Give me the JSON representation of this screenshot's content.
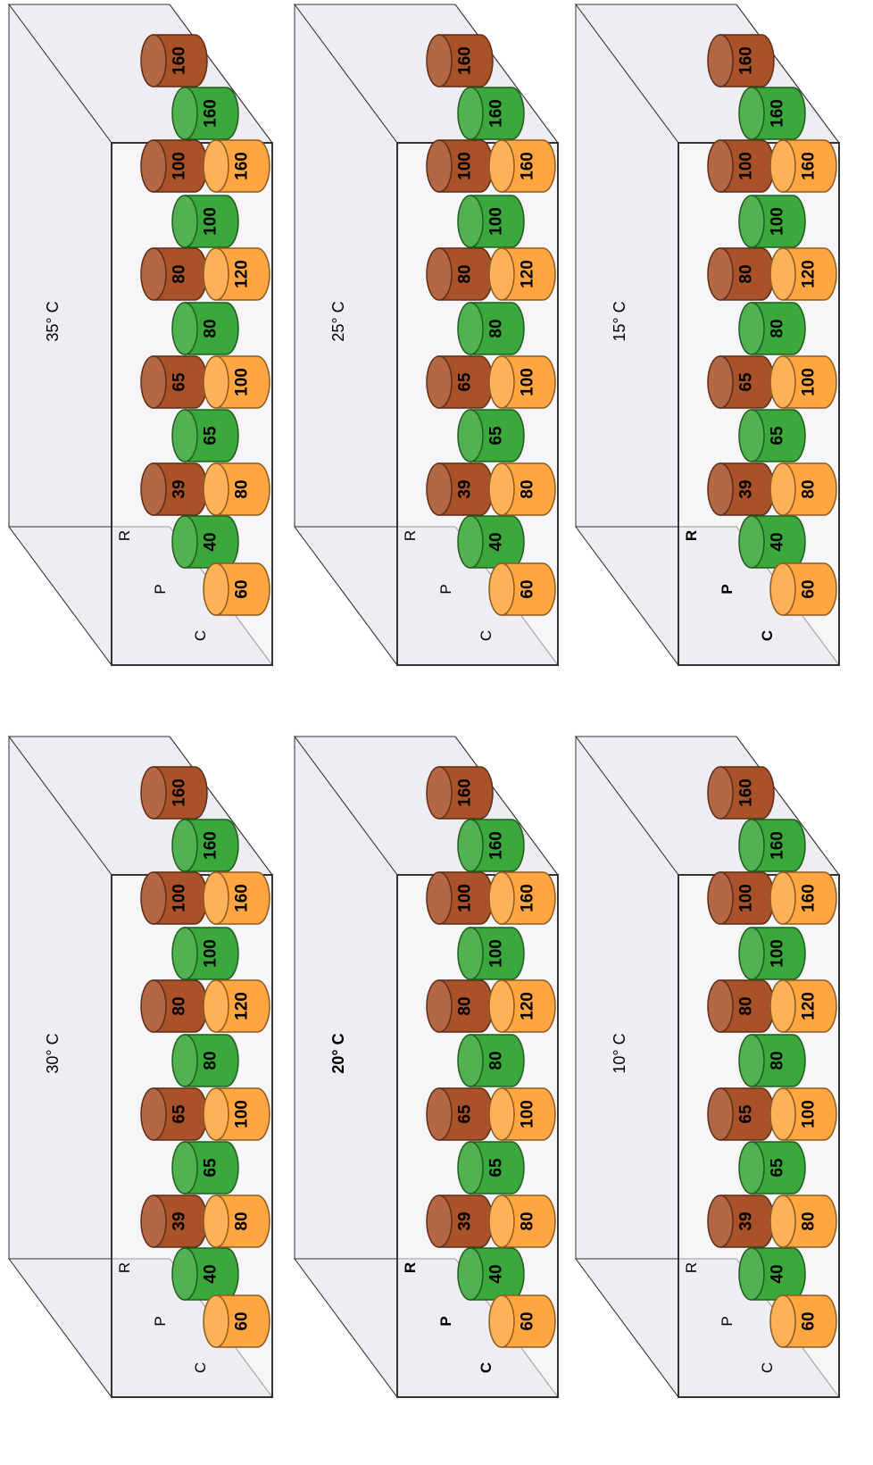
{
  "colors": {
    "C": "#ffa640",
    "P": "#3aa83a",
    "R": "#a9522a",
    "box_face": "#eeedf1",
    "box_edge": "#333333"
  },
  "panels": [
    {
      "temp_label": "15° C",
      "temp_bold": false,
      "row_label_bold": true,
      "labels": {
        "C": "C",
        "P": "P",
        "R": "R"
      },
      "C": [
        "60",
        "80",
        "100",
        "120",
        "160"
      ],
      "P": [
        "40",
        "65",
        "80",
        "100",
        "160"
      ],
      "R": [
        "39",
        "65",
        "80",
        "100",
        "160"
      ]
    },
    {
      "temp_label": "10° C",
      "temp_bold": false,
      "row_label_bold": false,
      "labels": {
        "C": "C",
        "P": "P",
        "R": "R"
      },
      "C": [
        "60",
        "80",
        "100",
        "120",
        "160"
      ],
      "P": [
        "40",
        "65",
        "80",
        "100",
        "160"
      ],
      "R": [
        "39",
        "65",
        "80",
        "100",
        "160"
      ]
    },
    {
      "temp_label": "25° C",
      "temp_bold": false,
      "row_label_bold": false,
      "labels": {
        "C": "C",
        "P": "P",
        "R": "R"
      },
      "C": [
        "60",
        "80",
        "100",
        "120",
        "160"
      ],
      "P": [
        "40",
        "65",
        "80",
        "100",
        "160"
      ],
      "R": [
        "39",
        "65",
        "80",
        "100",
        "160"
      ]
    },
    {
      "temp_label": "20° C",
      "temp_bold": true,
      "row_label_bold": true,
      "labels": {
        "C": "C",
        "P": "P",
        "R": "R"
      },
      "C": [
        "60",
        "80",
        "100",
        "120",
        "160"
      ],
      "P": [
        "40",
        "65",
        "80",
        "100",
        "160"
      ],
      "R": [
        "39",
        "65",
        "80",
        "100",
        "160"
      ]
    },
    {
      "temp_label": "35° C",
      "temp_bold": false,
      "row_label_bold": false,
      "labels": {
        "C": "C",
        "P": "P",
        "R": "R"
      },
      "C": [
        "60",
        "80",
        "100",
        "120",
        "160"
      ],
      "P": [
        "40",
        "65",
        "80",
        "100",
        "160"
      ],
      "R": [
        "39",
        "65",
        "80",
        "100",
        "160"
      ]
    },
    {
      "temp_label": "30° C",
      "temp_bold": false,
      "row_label_bold": false,
      "labels": {
        "C": "C",
        "P": "P",
        "R": "R"
      },
      "C": [
        "60",
        "80",
        "100",
        "120",
        "160"
      ],
      "P": [
        "40",
        "65",
        "80",
        "100",
        "160"
      ],
      "R": [
        "39",
        "65",
        "80",
        "100",
        "160"
      ]
    }
  ]
}
